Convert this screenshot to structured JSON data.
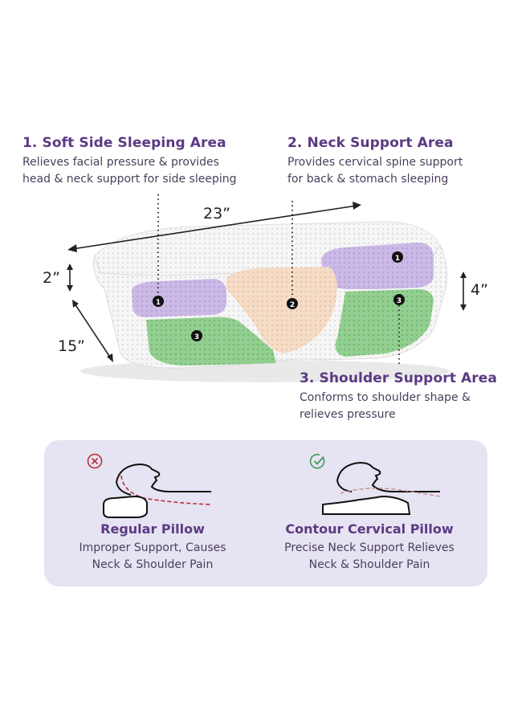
{
  "areas": [
    {
      "heading": "1. Soft Side Sleeping Area",
      "desc_line1": "Relieves facial pressure & provides",
      "desc_line2": "head & neck support for side sleeping"
    },
    {
      "heading": "2. Neck Support Area",
      "desc_line1": "Provides cervical spine support",
      "desc_line2": "for back & stomach sleeping"
    },
    {
      "heading": "3. Shoulder Support Area",
      "desc_line1": "Conforms to shoulder shape &",
      "desc_line2": "relieves pressure"
    }
  ],
  "dimensions": {
    "length": "23”",
    "height_low": "2”",
    "height_high": "4”",
    "depth": "15”"
  },
  "markers": {
    "one": "1",
    "two": "2",
    "three": "3"
  },
  "comparison": {
    "regular": {
      "title": "Regular Pillow",
      "desc_line1": "Improper Support, Causes",
      "desc_line2": "Neck & Shoulder Pain",
      "icon": "x-circle-icon"
    },
    "contour": {
      "title": "Contour Cervical Pillow",
      "desc_line1": "Precise Neck Support Relieves",
      "desc_line2": "Neck & Shoulder Pain",
      "icon": "check-circle-icon"
    }
  },
  "colors": {
    "heading": "#5b3a82",
    "zone1": "#c9b6e4",
    "zone2": "#f3d6bf",
    "zone3": "#8cc98a",
    "bad": "#b8323a",
    "good": "#3f9a5a",
    "panel": "#e6e3f2"
  }
}
